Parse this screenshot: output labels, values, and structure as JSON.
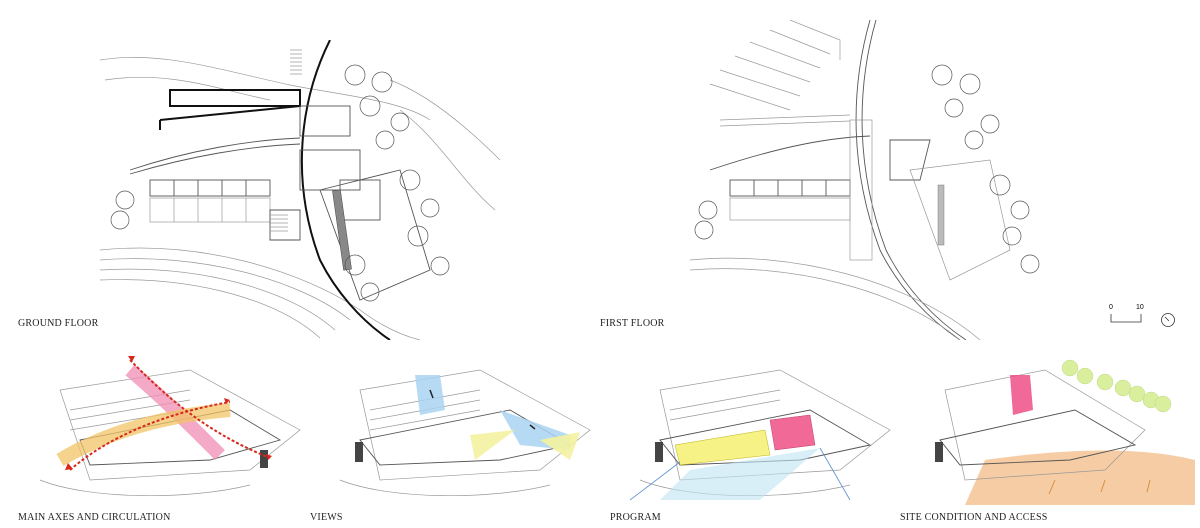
{
  "plans": {
    "ground": {
      "label": "GROUND FLOOR"
    },
    "first": {
      "label": "FIRST FLOOR"
    }
  },
  "scale_bar": {
    "start": "0",
    "end": "10"
  },
  "diagrams": [
    {
      "key": "axes",
      "label": "MAIN AXES AND CIRCULATION"
    },
    {
      "key": "views",
      "label": "VIEWS"
    },
    {
      "key": "program",
      "label": "PROGRAM"
    },
    {
      "key": "site",
      "label": "SITE CONDITION AND ACCESS"
    }
  ],
  "colors": {
    "axis_pink": "#f08cb4",
    "axis_yellow": "#f2c466",
    "arrow_red": "#d8281c",
    "view_blue": "#a9d4f2",
    "view_yellow": "#f4f2a0",
    "program_yellow": "#f6f17a",
    "program_pink": "#ee4f86",
    "tree_green": "#d9ef9d",
    "terrain_sand": "#f4c69a"
  }
}
